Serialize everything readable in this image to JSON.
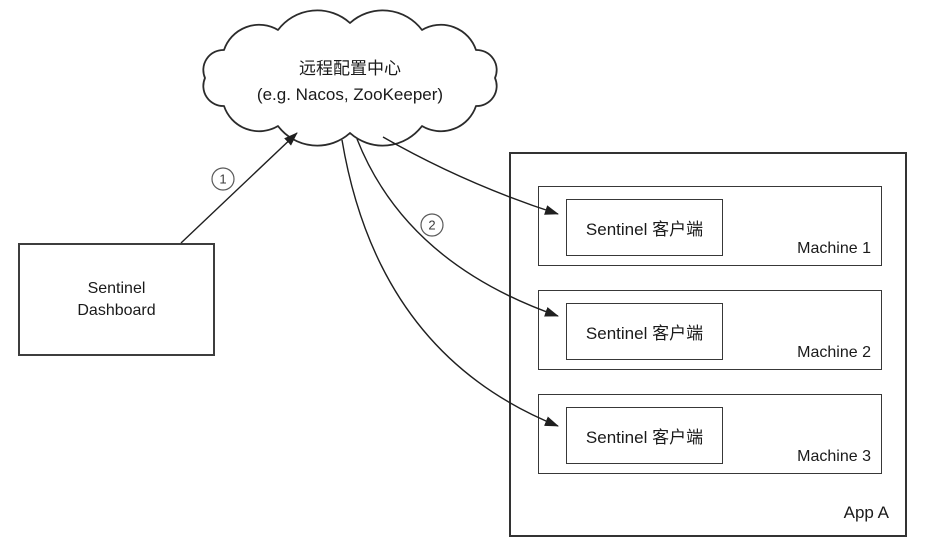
{
  "colors": {
    "background": "#ffffff",
    "line": "#2b2b2b",
    "border": "#383838",
    "text": "#1a1a1a"
  },
  "cloud": {
    "line1": "远程配置中心",
    "line2": "(e.g. Nacos, ZooKeeper)"
  },
  "dashboard": {
    "label": "Sentinel\nDashboard"
  },
  "steps": {
    "step1": "1",
    "step2": "2"
  },
  "app": {
    "label": "App A",
    "machines": [
      {
        "name": "Machine 1",
        "client": "Sentinel 客户端"
      },
      {
        "name": "Machine 2",
        "client": "Sentinel 客户端"
      },
      {
        "name": "Machine 3",
        "client": "Sentinel 客户端"
      }
    ]
  }
}
